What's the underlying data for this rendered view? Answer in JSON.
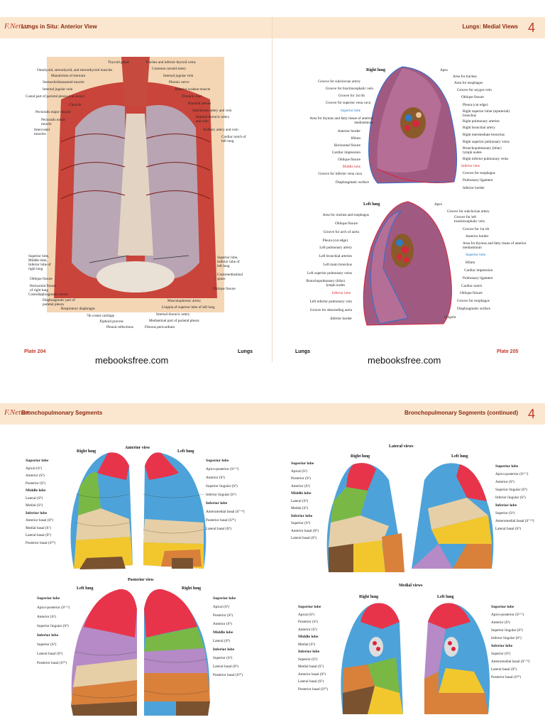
{
  "top": {
    "logo": "F.Netter",
    "left_title": "Lungs in Situ: Anterior View",
    "right_title": "Lungs: Medial Views",
    "chapter": "4",
    "left_plate": "Plate 204",
    "left_section": "Lungs",
    "right_section": "Lungs",
    "right_plate": "Plate 205",
    "watermark_left": "mebooksfree.com",
    "watermark_right": "mebooksfree.com",
    "insitu_left_labels": [
      "Omohyoid, sternohyoid, and sternothyroid muscles",
      "Manubrium of sternum",
      "Sternocleidomastoid muscle",
      "Internal jugular vein",
      "Costal part of parietal pleura (cut away)",
      "Clavicle",
      "Pectoralis major muscle",
      "Pectoralis minor muscle",
      "Intercostal muscles",
      "Superior lobe, Middle lobe, Inferior lobe of right lung",
      "Oblique fissure",
      "Horizontal fissure of right lung",
      "Costodiaphragmatic recess",
      "Diaphragmatic part of parietal pleura",
      "Respiratory diaphragm"
    ],
    "insitu_top_labels": [
      "Thyroid gland",
      "Trachea and inferior thyroid veins",
      "Common carotid artery",
      "Internal jugular vein",
      "Phrenic nerve",
      "Anterior scalene muscle",
      "Thoracic duct",
      "Brachial plexus",
      "Subclavian artery and vein",
      "Internal thoracic artery and vein",
      "Axillary artery and vein",
      "Cardiac notch of left lung"
    ],
    "insitu_right_labels": [
      "Superior lobe, Inferior lobe of left lung",
      "Costomediastinal space",
      "Oblique fissure"
    ],
    "insitu_bottom_labels": [
      "7th costal cartilage",
      "Xiphoid process",
      "Pleural reflections",
      "Fibrous pericardium",
      "Mediastinal part of parietal pleura",
      "Internal thoracic artery",
      "Lingula of superior lobe of left lung",
      "Musculophrenic artery"
    ],
    "right_lung_title": "Right lung",
    "right_lung_left_labels": [
      "Groove for subclavian artery",
      "Groove for brachiocephalic vein",
      "Groove for 1st rib",
      "Groove for superior vena cava",
      "Superior lobe",
      "Area for thymus and fatty tissue of anterior mediastinum",
      "Anterior border",
      "Hilum",
      "Horizontal fissure",
      "Cardiac impression",
      "Oblique fissure",
      "Middle lobe",
      "Groove for inferior vena cava",
      "Diaphragmatic surface"
    ],
    "right_lung_right_labels": [
      "Apex",
      "Area for trachea",
      "Area for esophagus",
      "Groove for azygos vein",
      "Oblique fissure",
      "Pleura (cut edge)",
      "Right superior lobar (eparterial) bronchus",
      "Right pulmonary arteries",
      "Right bronchial artery",
      "Right intermediate bronchus",
      "Right superior pulmonary veins",
      "Bronchopulmonary (hilar) lymph nodes",
      "Right inferior pulmonary veins",
      "Inferior lobe",
      "Groove for esophagus",
      "Pulmonary ligament",
      "Inferior border"
    ],
    "left_lung_title": "Left lung",
    "left_lung_left_labels": [
      "Area for trachea and esophagus",
      "Oblique fissure",
      "Groove for arch of aorta",
      "Pleura (cut edge)",
      "Left pulmonary artery",
      "Left bronchial arteries",
      "Left main bronchus",
      "Left superior pulmonary veins",
      "Bronchopulmonary (hilar) lymph nodes",
      "Inferior lobe",
      "Left inferior pulmonary vein",
      "Groove for descending aorta",
      "Inferior border"
    ],
    "left_lung_right_labels": [
      "Apex",
      "Groove for subclavian artery",
      "Groove for left brachiocephalic vein",
      "Groove for 1st rib",
      "Anterior border",
      "Area for thymus and fatty tissue of anterior mediastinum",
      "Superior lobe",
      "Hilum",
      "Cardiac impression",
      "Pulmonary ligament",
      "Cardiac notch",
      "Oblique fissure",
      "Groove for esophagus",
      "Diaphragmatic surface",
      "Lingula"
    ]
  },
  "bottom": {
    "logo": "F.Netter",
    "left_title": "Bronchopulmonary Segments",
    "right_title": "Bronchopulmonary Segments (continued)",
    "chapter": "4",
    "anterior_view": "Anterior view",
    "posterior_view": "Posterior view",
    "lateral_views": "Lateral views",
    "medial_views": "Medial views",
    "right_lung": "Right lung",
    "left_lung": "Left lung",
    "ant_right_labels": [
      "Superior lobe",
      "Apical (S¹)",
      "Anterior (S³)",
      "Posterior (S²)",
      "Middle lobe",
      "Lateral (S⁴)",
      "Medial (S⁵)",
      "Inferior lobe",
      "Anterior basal (S⁸)",
      "Medial basal (S⁷)",
      "Lateral basal (S⁹)",
      "Posterior basal (S¹⁰)"
    ],
    "ant_left_labels": [
      "Superior lobe",
      "Apico-posterior (S¹⁺²)",
      "Anterior (S³)",
      "Superior lingular (S⁴)",
      "Inferior lingular (S⁵)",
      "Inferior lobe",
      "Anteromedial basal (S⁷⁺⁸)",
      "Posterior basal (S¹⁰)",
      "Lateral basal (S⁹)"
    ],
    "post_left_labels": [
      "Superior lobe",
      "Apico-posterior (S¹⁺²)",
      "Anterior (S³)",
      "Superior lingular (S⁴)",
      "Inferior lobe",
      "Superior (S⁶)",
      "Lateral basal (S⁹)",
      "Posterior basal (S¹⁰)"
    ],
    "post_right_labels": [
      "Superior lobe",
      "Apical (S¹)",
      "Posterior (S²)",
      "Anterior (S³)",
      "Middle lobe",
      "Lateral (S⁴)",
      "Inferior lobe",
      "Superior (S⁶)",
      "Lateral basal (S⁹)",
      "Posterior basal (S¹⁰)"
    ],
    "lat_right_labels": [
      "Superior lobe",
      "Apical (S¹)",
      "Posterior (S²)",
      "Anterior (S³)",
      "Middle lobe",
      "Lateral (S⁴)",
      "Medial (S⁵)",
      "Inferior lobe",
      "Superior (S⁶)",
      "Anterior basal (S⁸)",
      "Lateral basal (S⁹)"
    ],
    "lat_left_labels": [
      "Superior lobe",
      "Apico-posterior (S¹⁺²)",
      "Anterior (S³)",
      "Superior lingular (S⁴)",
      "Inferior lingular (S⁵)",
      "Inferior lobe",
      "Superior (S⁶)",
      "Anteromedial basal (S⁷⁺⁸)",
      "Lateral basal (S⁹)"
    ],
    "med_right_labels": [
      "Superior lobe",
      "Apical (S¹)",
      "Posterior (S²)",
      "Anterior (S³)",
      "Middle lobe",
      "Medial (S⁵)",
      "Inferior lobe",
      "Superior (S⁶)",
      "Medial basal (S⁷)",
      "Anterior basal (S⁸)",
      "Lateral basal (S⁹)",
      "Posterior basal (S¹⁰)"
    ],
    "med_left_labels": [
      "Superior lobe",
      "Apico-posterior (S¹⁺²)",
      "Anterior (S³)",
      "Superior lingular (S⁴)",
      "Inferior lingular (S⁵)",
      "Inferior lobe",
      "Superior (S⁶)",
      "Anteromedial basal (S⁷⁺⁸)",
      "Lateral basal (S⁹)",
      "Posterior basal (S¹⁰)"
    ]
  },
  "colors": {
    "header_bg": "#fbe7cf",
    "accent": "#c0392b",
    "seg_red": "#e8344a",
    "seg_blue": "#4da3d9",
    "seg_green": "#7ab845",
    "seg_tan": "#e6cfa6",
    "seg_yellow": "#f2c72e",
    "seg_orange": "#d9803a",
    "seg_purple": "#b58ac6",
    "seg_brown": "#7a5230"
  }
}
